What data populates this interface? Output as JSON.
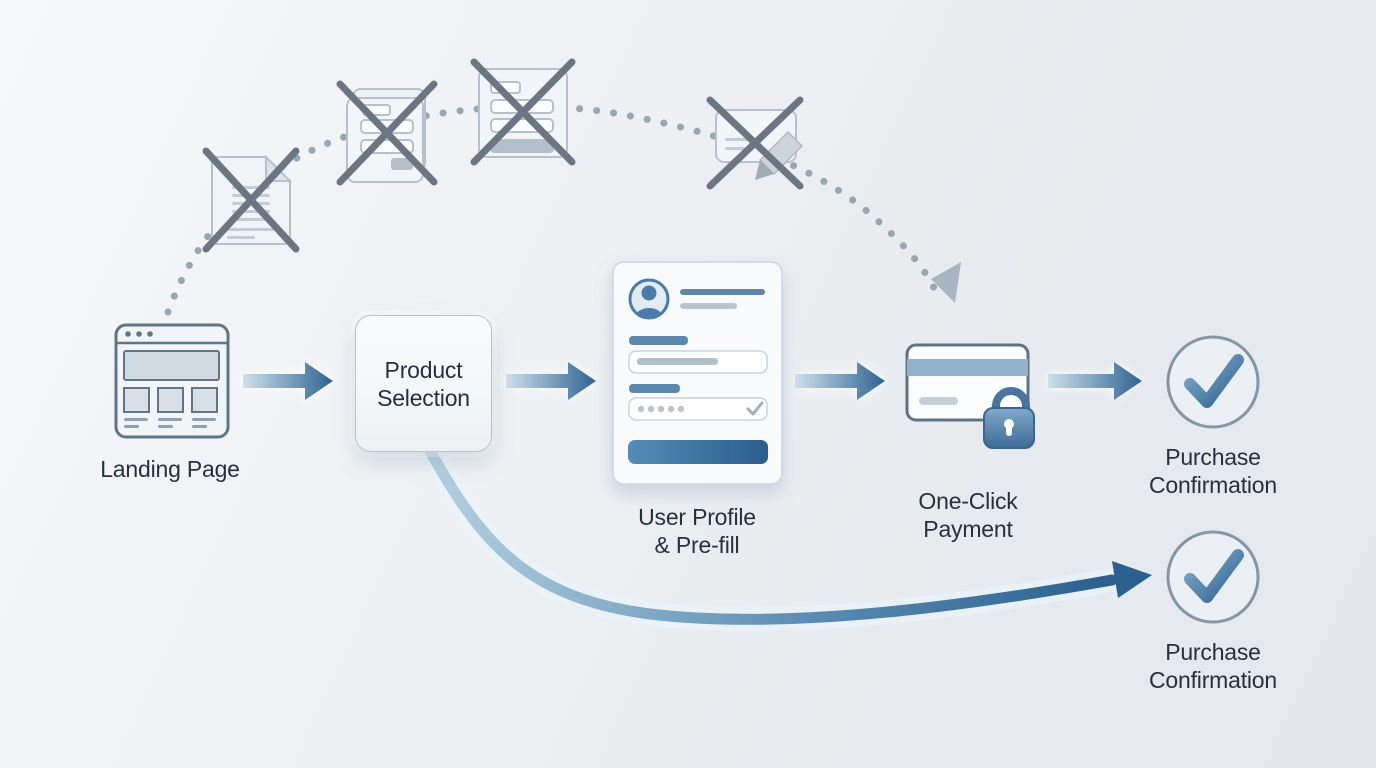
{
  "diagram": {
    "flow": [
      {
        "label": "Landing Page",
        "icon": "browser-window-icon"
      },
      {
        "label": "Product\nSelection",
        "icon": "product-selection-box"
      },
      {
        "label": "User Profile\n& Pre-fill",
        "icon": "profile-form-card-icon"
      },
      {
        "label": "One-Click\nPayment",
        "icon": "credit-card-lock-icon"
      },
      {
        "label": "Purchase\nConfirmation",
        "icon": "check-circle-icon"
      }
    ],
    "bypass": {
      "label": "Purchase\nConfirmation",
      "icon": "check-circle-icon"
    },
    "skipped_steps": [
      {
        "icon": "crossed-document-icon"
      },
      {
        "icon": "crossed-form-stack-icon"
      },
      {
        "icon": "crossed-form-icon"
      },
      {
        "icon": "crossed-card-edit-icon"
      }
    ],
    "colors": {
      "background": "#eceff2",
      "arrow_dark": "#2e6392",
      "arrow_light": "#cfe0ea",
      "text": "#27313d",
      "dotted_path": "#9aa6b0",
      "cross_stroke": "#6b7684",
      "icon_outline": "#5f7689",
      "accent_blue": "#4c7ba7"
    }
  }
}
